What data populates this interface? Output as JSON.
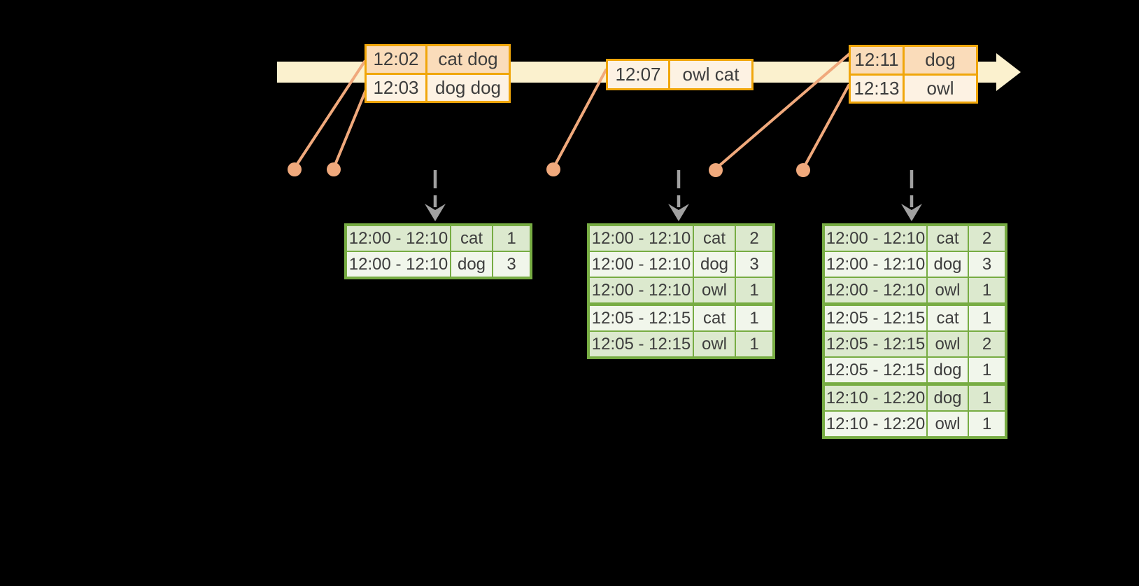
{
  "colors": {
    "background": "#000000",
    "timeline_fill": "#FBF1CE",
    "event_border": "#F0A60A",
    "event_row_dark": "#FADCBA",
    "event_row_light": "#FDF2E3",
    "result_border": "#77AC43",
    "result_row_dark": "#DCE9CE",
    "result_row_light": "#F1F6EB",
    "connector": "#F0A97C",
    "dashed_arrow": "#A1A1A1",
    "text": "#3D3D3D"
  },
  "icons": {
    "timeline_arrowhead": "right-arrow",
    "trigger_arrow": "down-arrow",
    "event_dot": "circle-marker"
  },
  "event_tables": [
    {
      "rows": [
        [
          "12:02",
          "cat dog"
        ],
        [
          "12:03",
          "dog dog"
        ]
      ]
    },
    {
      "rows": [
        [
          "12:07",
          "owl cat"
        ]
      ]
    },
    {
      "rows": [
        [
          "12:11",
          "dog"
        ],
        [
          "12:13",
          "owl"
        ]
      ]
    }
  ],
  "result_tables": [
    {
      "rows": [
        [
          "12:00 - 12:10",
          "cat",
          "1"
        ],
        [
          "12:00 - 12:10",
          "dog",
          "3"
        ]
      ]
    },
    {
      "rows": [
        [
          "12:00 - 12:10",
          "cat",
          "2"
        ],
        [
          "12:00 - 12:10",
          "dog",
          "3"
        ],
        [
          "12:00 - 12:10",
          "owl",
          "1"
        ],
        [
          "12:05 - 12:15",
          "cat",
          "1"
        ],
        [
          "12:05 - 12:15",
          "owl",
          "1"
        ]
      ]
    },
    {
      "rows": [
        [
          "12:00 - 12:10",
          "cat",
          "2"
        ],
        [
          "12:00 - 12:10",
          "dog",
          "3"
        ],
        [
          "12:00 - 12:10",
          "owl",
          "1"
        ],
        [
          "12:05 - 12:15",
          "cat",
          "1"
        ],
        [
          "12:05 - 12:15",
          "owl",
          "2"
        ],
        [
          "12:05 - 12:15",
          "dog",
          "1"
        ],
        [
          "12:10 - 12:20",
          "dog",
          "1"
        ],
        [
          "12:10 - 12:20",
          "owl",
          "1"
        ]
      ]
    }
  ]
}
